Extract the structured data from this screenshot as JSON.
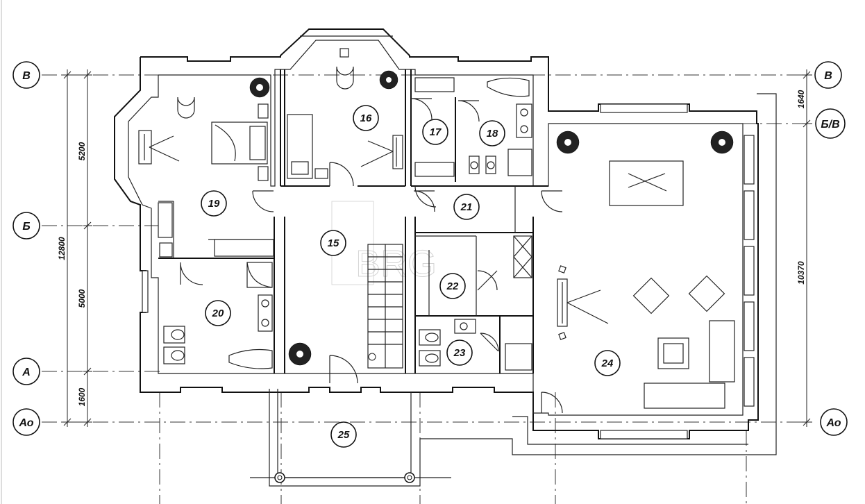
{
  "axes": {
    "left": [
      {
        "id": "axis-v",
        "label": "В"
      },
      {
        "id": "axis-b",
        "label": "Б"
      },
      {
        "id": "axis-a",
        "label": "А"
      },
      {
        "id": "axis-a0",
        "label": "Ао"
      }
    ],
    "right": [
      {
        "id": "axis-v-right",
        "label": "В"
      },
      {
        "id": "axis-bv-right",
        "label": "Б/В"
      },
      {
        "id": "axis-a0-right",
        "label": "Ао"
      }
    ]
  },
  "dimensions": {
    "left_outer": "12800",
    "left_segments": [
      "5200",
      "5000",
      "1600"
    ],
    "right_top": "1640",
    "right_main": "10370"
  },
  "rooms": [
    "15",
    "16",
    "17",
    "18",
    "19",
    "20",
    "21",
    "22",
    "23",
    "24",
    "25"
  ],
  "watermark": "BRG"
}
